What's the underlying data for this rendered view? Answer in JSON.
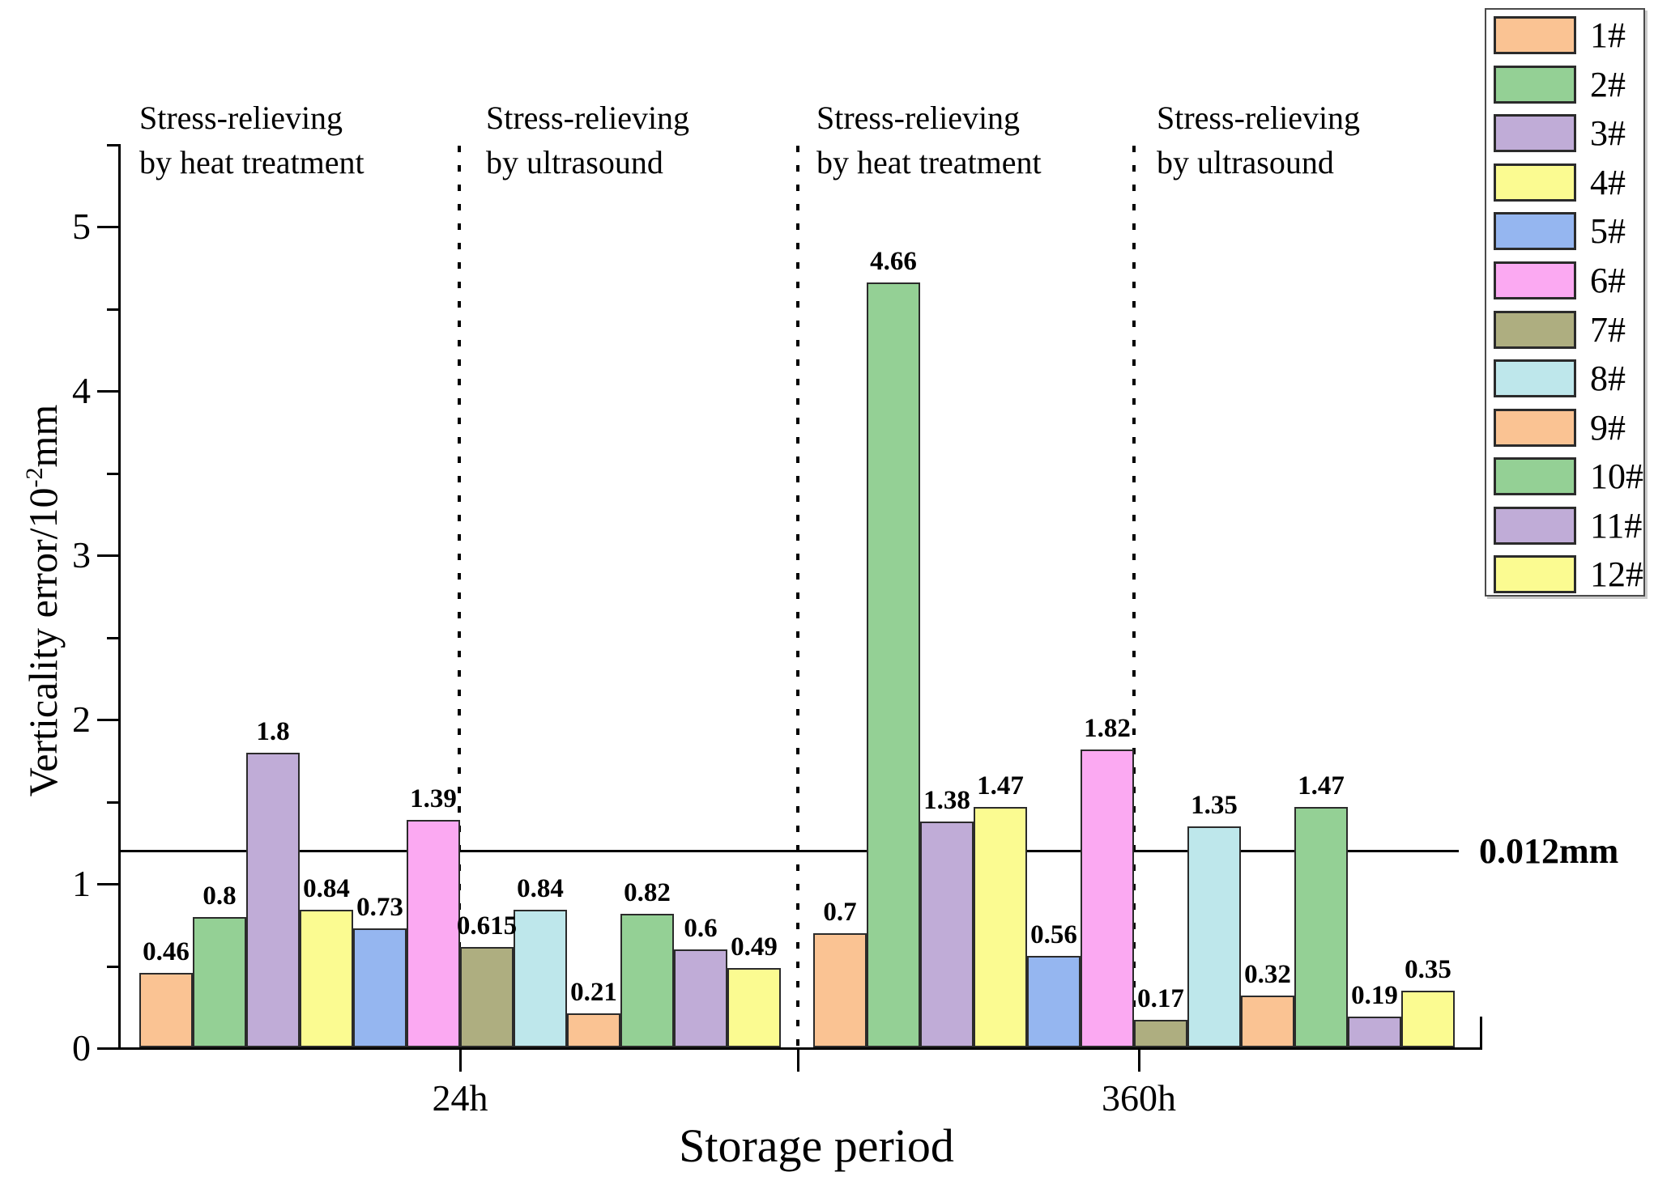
{
  "chart_data": {
    "type": "bar",
    "title": "",
    "xlabel": "Storage period",
    "ylabel": "Verticality error/10^-2 mm",
    "ylabel_parts": [
      "Verticality error/10",
      "-2",
      "mm"
    ],
    "ylim": [
      0,
      5.5
    ],
    "y_major_ticks": [
      "0",
      "1",
      "2",
      "3",
      "4",
      "5"
    ],
    "y_minor_step": 0.5,
    "grid": "off",
    "legend_position": "right-outside",
    "groups": [
      "24h",
      "360h"
    ],
    "sections": [
      {
        "line1": "Stress-relieving",
        "line2": "by heat treatment"
      },
      {
        "line1": "Stress-relieving",
        "line2": "by ultrasound"
      },
      {
        "line1": "Stress-relieving",
        "line2": "by heat treatment"
      },
      {
        "line1": "Stress-relieving",
        "line2": "by ultrasound"
      }
    ],
    "threshold": {
      "value": 1.2,
      "label": "0.012mm"
    },
    "series": [
      {
        "name": "1#",
        "color": "#FAC393",
        "values": [
          0.46,
          0.7
        ],
        "labels": [
          "0.46",
          "0.7"
        ]
      },
      {
        "name": "2#",
        "color": "#94D095",
        "values": [
          0.8,
          4.66
        ],
        "labels": [
          "0.8",
          "4.66"
        ]
      },
      {
        "name": "3#",
        "color": "#C0ACD7",
        "values": [
          1.8,
          1.38
        ],
        "labels": [
          "1.8",
          "1.38"
        ]
      },
      {
        "name": "4#",
        "color": "#FBFB91",
        "values": [
          0.84,
          1.47
        ],
        "labels": [
          "0.84",
          "1.47"
        ]
      },
      {
        "name": "5#",
        "color": "#95B6F0",
        "values": [
          0.73,
          0.56
        ],
        "labels": [
          "0.73",
          "0.56"
        ]
      },
      {
        "name": "6#",
        "color": "#FBA9F2",
        "values": [
          1.39,
          1.82
        ],
        "labels": [
          "1.39",
          "1.82"
        ]
      },
      {
        "name": "7#",
        "color": "#AEAE80",
        "values": [
          0.615,
          0.17
        ],
        "labels": [
          "0.615",
          "0.17"
        ]
      },
      {
        "name": "8#",
        "color": "#BEE7EB",
        "values": [
          0.84,
          1.35
        ],
        "labels": [
          "0.84",
          "1.35"
        ]
      },
      {
        "name": "9#",
        "color": "#FAC393",
        "values": [
          0.21,
          0.32
        ],
        "labels": [
          "0.21",
          "0.32"
        ]
      },
      {
        "name": "10#",
        "color": "#94D095",
        "values": [
          0.82,
          1.47
        ],
        "labels": [
          "0.82",
          "1.47"
        ]
      },
      {
        "name": "11#",
        "color": "#C0ACD7",
        "values": [
          0.6,
          0.19
        ],
        "labels": [
          "0.6",
          "0.19"
        ]
      },
      {
        "name": "12#",
        "color": "#FBFB91",
        "values": [
          0.49,
          0.35
        ],
        "labels": [
          "0.49",
          "0.35"
        ]
      }
    ]
  }
}
